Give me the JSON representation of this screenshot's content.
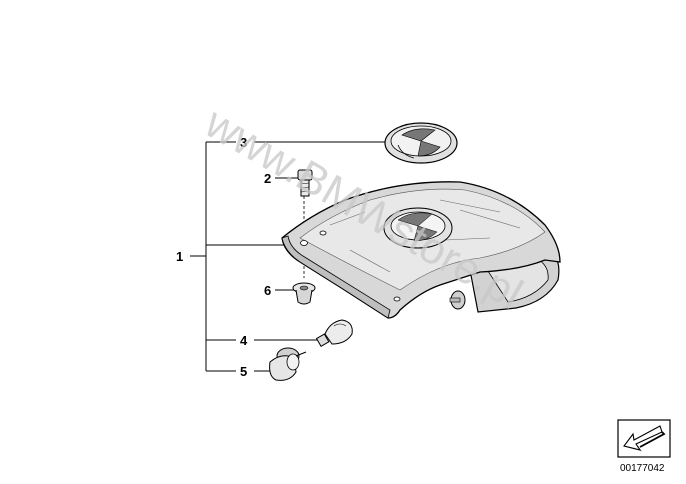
{
  "watermark": "www.BMWstore.pl",
  "callouts": {
    "c1": "1",
    "c2": "2",
    "c3": "3",
    "c4": "4",
    "c5": "5",
    "c6": "6"
  },
  "reference_number": "00177042",
  "icons": {
    "nav_arrow": "arrow-icon"
  }
}
